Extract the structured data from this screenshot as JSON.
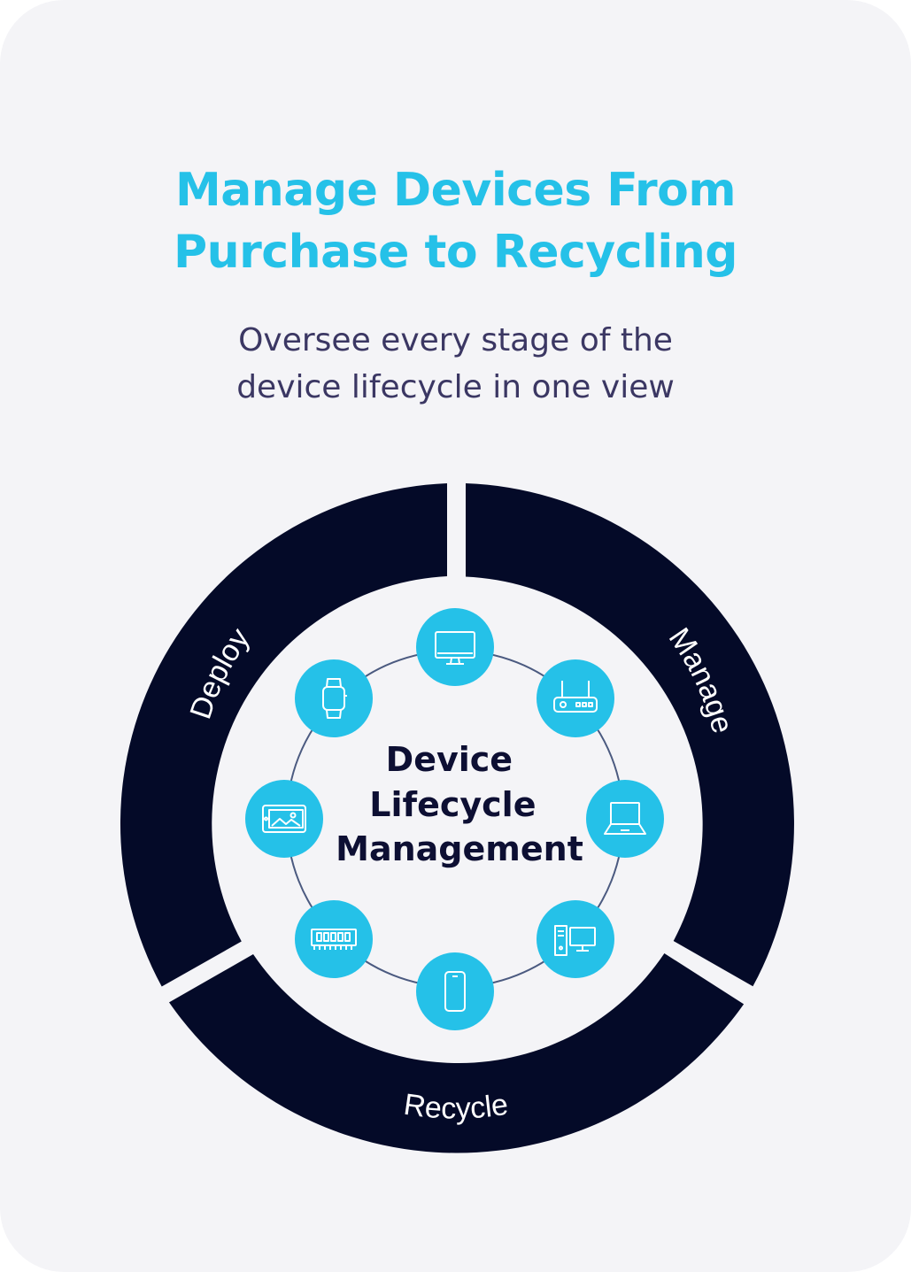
{
  "header": {
    "title_line1": "Manage Devices From",
    "title_line2": "Purchase to Recycling",
    "subtitle_line1": "Oversee every stage of the",
    "subtitle_line2": "device lifecycle in one view"
  },
  "ring": {
    "stages": [
      "Deploy",
      "Manage",
      "Recycle"
    ]
  },
  "center": {
    "line1": "Device",
    "line2": "Lifecycle",
    "line3": "Management"
  },
  "devices": [
    {
      "icon": "monitor-icon"
    },
    {
      "icon": "router-icon"
    },
    {
      "icon": "laptop-icon"
    },
    {
      "icon": "desktop-tower-icon"
    },
    {
      "icon": "smartphone-icon"
    },
    {
      "icon": "memory-module-icon"
    },
    {
      "icon": "tablet-icon"
    },
    {
      "icon": "smartwatch-icon"
    }
  ],
  "colors": {
    "accent": "#25c1e8",
    "ring": "#040a28",
    "text_dark": "#0d0f33",
    "subtitle": "#3b3763",
    "background": "#f4f4f7"
  }
}
